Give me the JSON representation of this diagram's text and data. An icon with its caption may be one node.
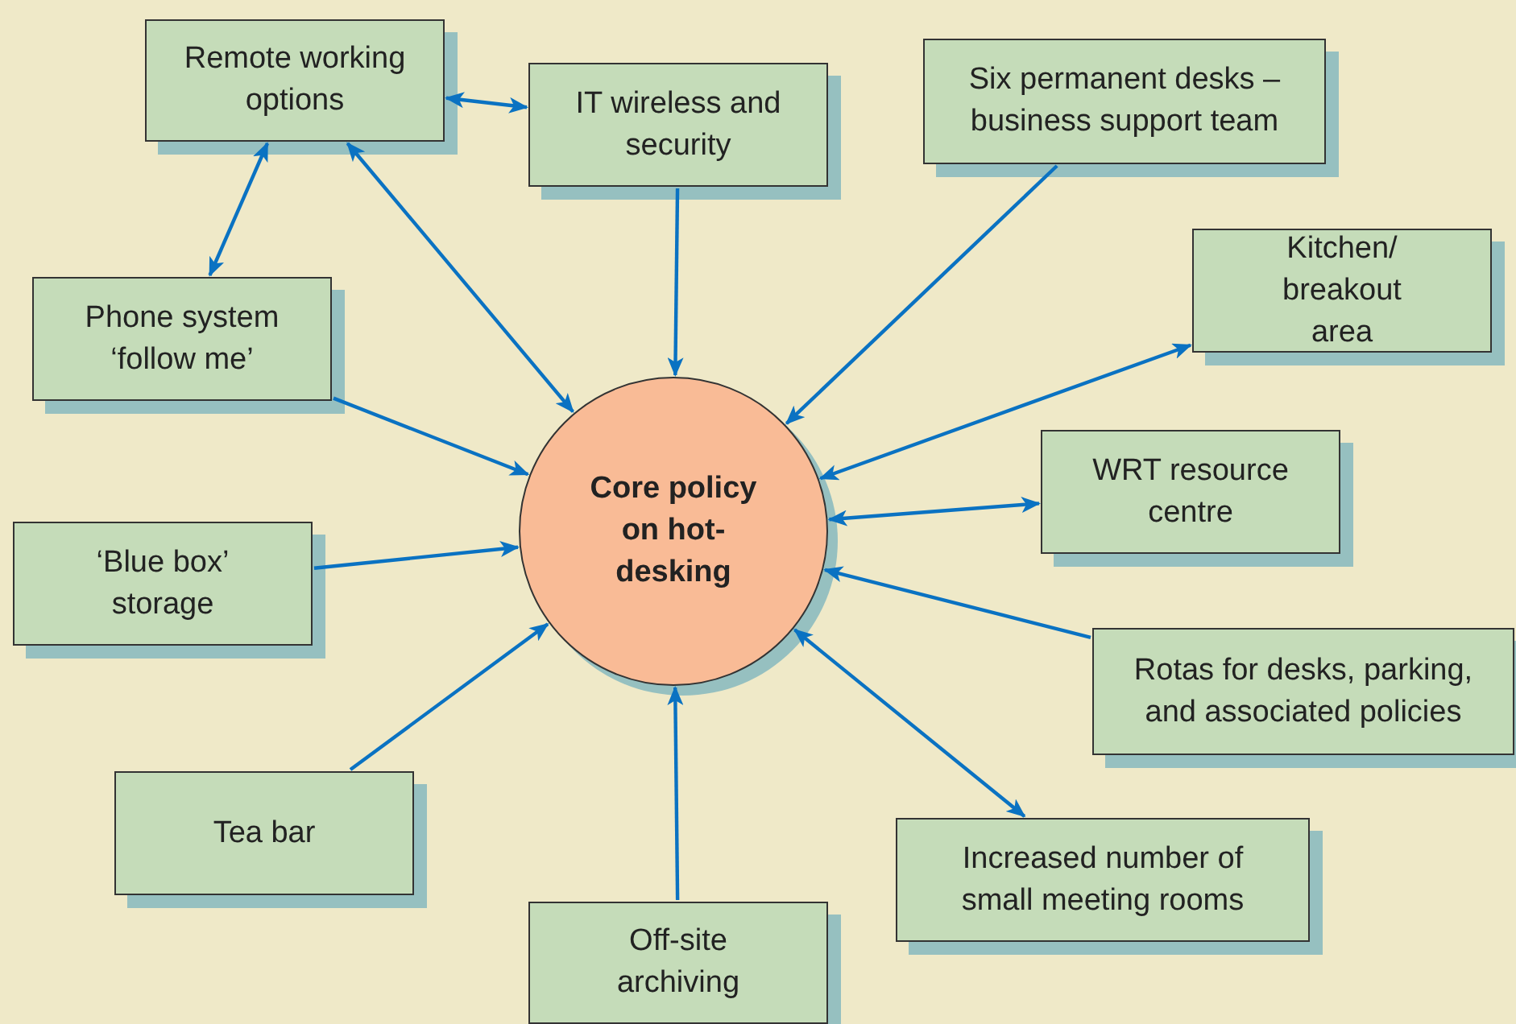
{
  "diagram": {
    "nodes": [
      {
        "text": [
          "Remote working options"
        ]
      },
      {
        "text": [
          "IT wireless and security"
        ]
      },
      {
        "text": [
          "Six permanent desks – business support team"
        ]
      },
      {
        "text": [
          "Phone system ‘follow me’"
        ]
      },
      {
        "text": [
          "Kitchen/ breakout area"
        ]
      },
      {
        "text": [
          "Core policy on hot-desking"
        ]
      },
      {
        "text": [
          "WRT resource centre"
        ]
      },
      {
        "text": [
          "‘Blue box’ storage"
        ]
      },
      {
        "text": [
          "Rotas for desks, parking, and associated policies"
        ]
      },
      {
        "text": [
          "Tea bar"
        ]
      },
      {
        "text": [
          "Increased number of small meeting rooms"
        ]
      },
      {
        "text": [
          "Off-site archiving"
        ]
      }
    ],
    "edges": [
      {
        "from": 0,
        "to": 1,
        "arrow": "both"
      },
      {
        "from": 0,
        "to": 3,
        "arrow": "both"
      },
      {
        "from": 0,
        "to": 5,
        "arrow": "both"
      },
      {
        "from": 1,
        "to": 5,
        "arrow": "to"
      },
      {
        "from": 2,
        "to": 5,
        "arrow": "to"
      },
      {
        "from": 5,
        "to": 4,
        "arrow": "both"
      },
      {
        "from": 5,
        "to": 6,
        "arrow": "both"
      },
      {
        "from": 8,
        "to": 5,
        "arrow": "to"
      },
      {
        "from": 5,
        "to": 10,
        "arrow": "both"
      },
      {
        "from": 11,
        "to": 5,
        "arrow": "to"
      },
      {
        "from": 9,
        "to": 5,
        "arrow": "to"
      },
      {
        "from": 7,
        "to": 5,
        "arrow": "to"
      },
      {
        "from": 3,
        "to": 5,
        "arrow": "to"
      }
    ]
  }
}
